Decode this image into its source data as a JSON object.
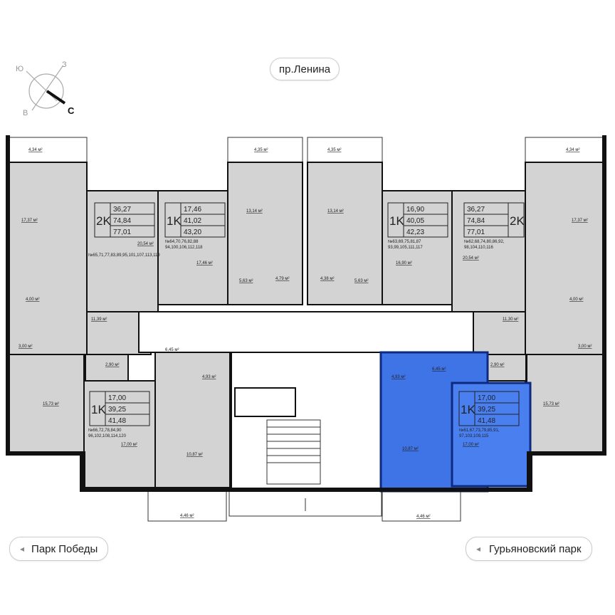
{
  "compass": {
    "south": "Ю",
    "west": "З",
    "east": "В",
    "north": "С"
  },
  "streets": {
    "top": "пр.Ленина",
    "left": "Парк Победы",
    "right": "Гурьяновский парк"
  },
  "highlight_color": "#3f74e6",
  "units": [
    {
      "type": "2K",
      "values": [
        "36,27",
        "74,84",
        "77,01"
      ],
      "numbers": [
        "№65,71,77,83,89,95,101,107,113,119"
      ]
    },
    {
      "type": "1K",
      "values": [
        "17,46",
        "41,02",
        "43,20"
      ],
      "numbers": [
        "№64,70,76,82,88",
        "94,100,106,112,118"
      ]
    },
    {
      "type": "1K",
      "values": [
        "16,90",
        "40,05",
        "42,23"
      ],
      "numbers": [
        "№63,69,75,81,87",
        "93,99,105,111,117"
      ]
    },
    {
      "type": "2K",
      "values": [
        "36,27",
        "74,84",
        "77,01"
      ],
      "numbers": [
        "№62,68,74,80,86,92,",
        "98,104,110,116"
      ]
    },
    {
      "type": "1K",
      "values": [
        "17,00",
        "39,25",
        "41,48"
      ],
      "numbers": [
        "№66,72,78,84,90",
        "96,102,108,114,120"
      ]
    },
    {
      "type": "1K",
      "values": [
        "17,00",
        "39,25",
        "41,48"
      ],
      "numbers": [
        "№61,67,73,79,85,91,",
        "97,103,109,115"
      ],
      "selected": true
    }
  ],
  "areas": [
    "4,34 м²",
    "17,37 м²",
    "4,00 м²",
    "11,39 м²",
    "3,00 м²",
    "2,90 м²",
    "15,73 м²",
    "20,54 м²",
    "17,46 м²",
    "4,35 м²",
    "13,14 м²",
    "5,63 м²",
    "4,79 м²",
    "4,35 м²",
    "13,14 м²",
    "4,38 м²",
    "5,63 м²",
    "16,90 м²",
    "20,54 м²",
    "4,34 м²",
    "17,37 м²",
    "4,00 м²",
    "11,30 м²",
    "3,00 м²",
    "2,90 м²",
    "15,73 м²",
    "6,45 м²",
    "4,93 м²",
    "17,00 м²",
    "10,87 м²",
    "4,46 м²",
    "4,93 м²",
    "6,45 м²",
    "10,87 м²",
    "17,00 м²",
    "4,46 м²"
  ]
}
